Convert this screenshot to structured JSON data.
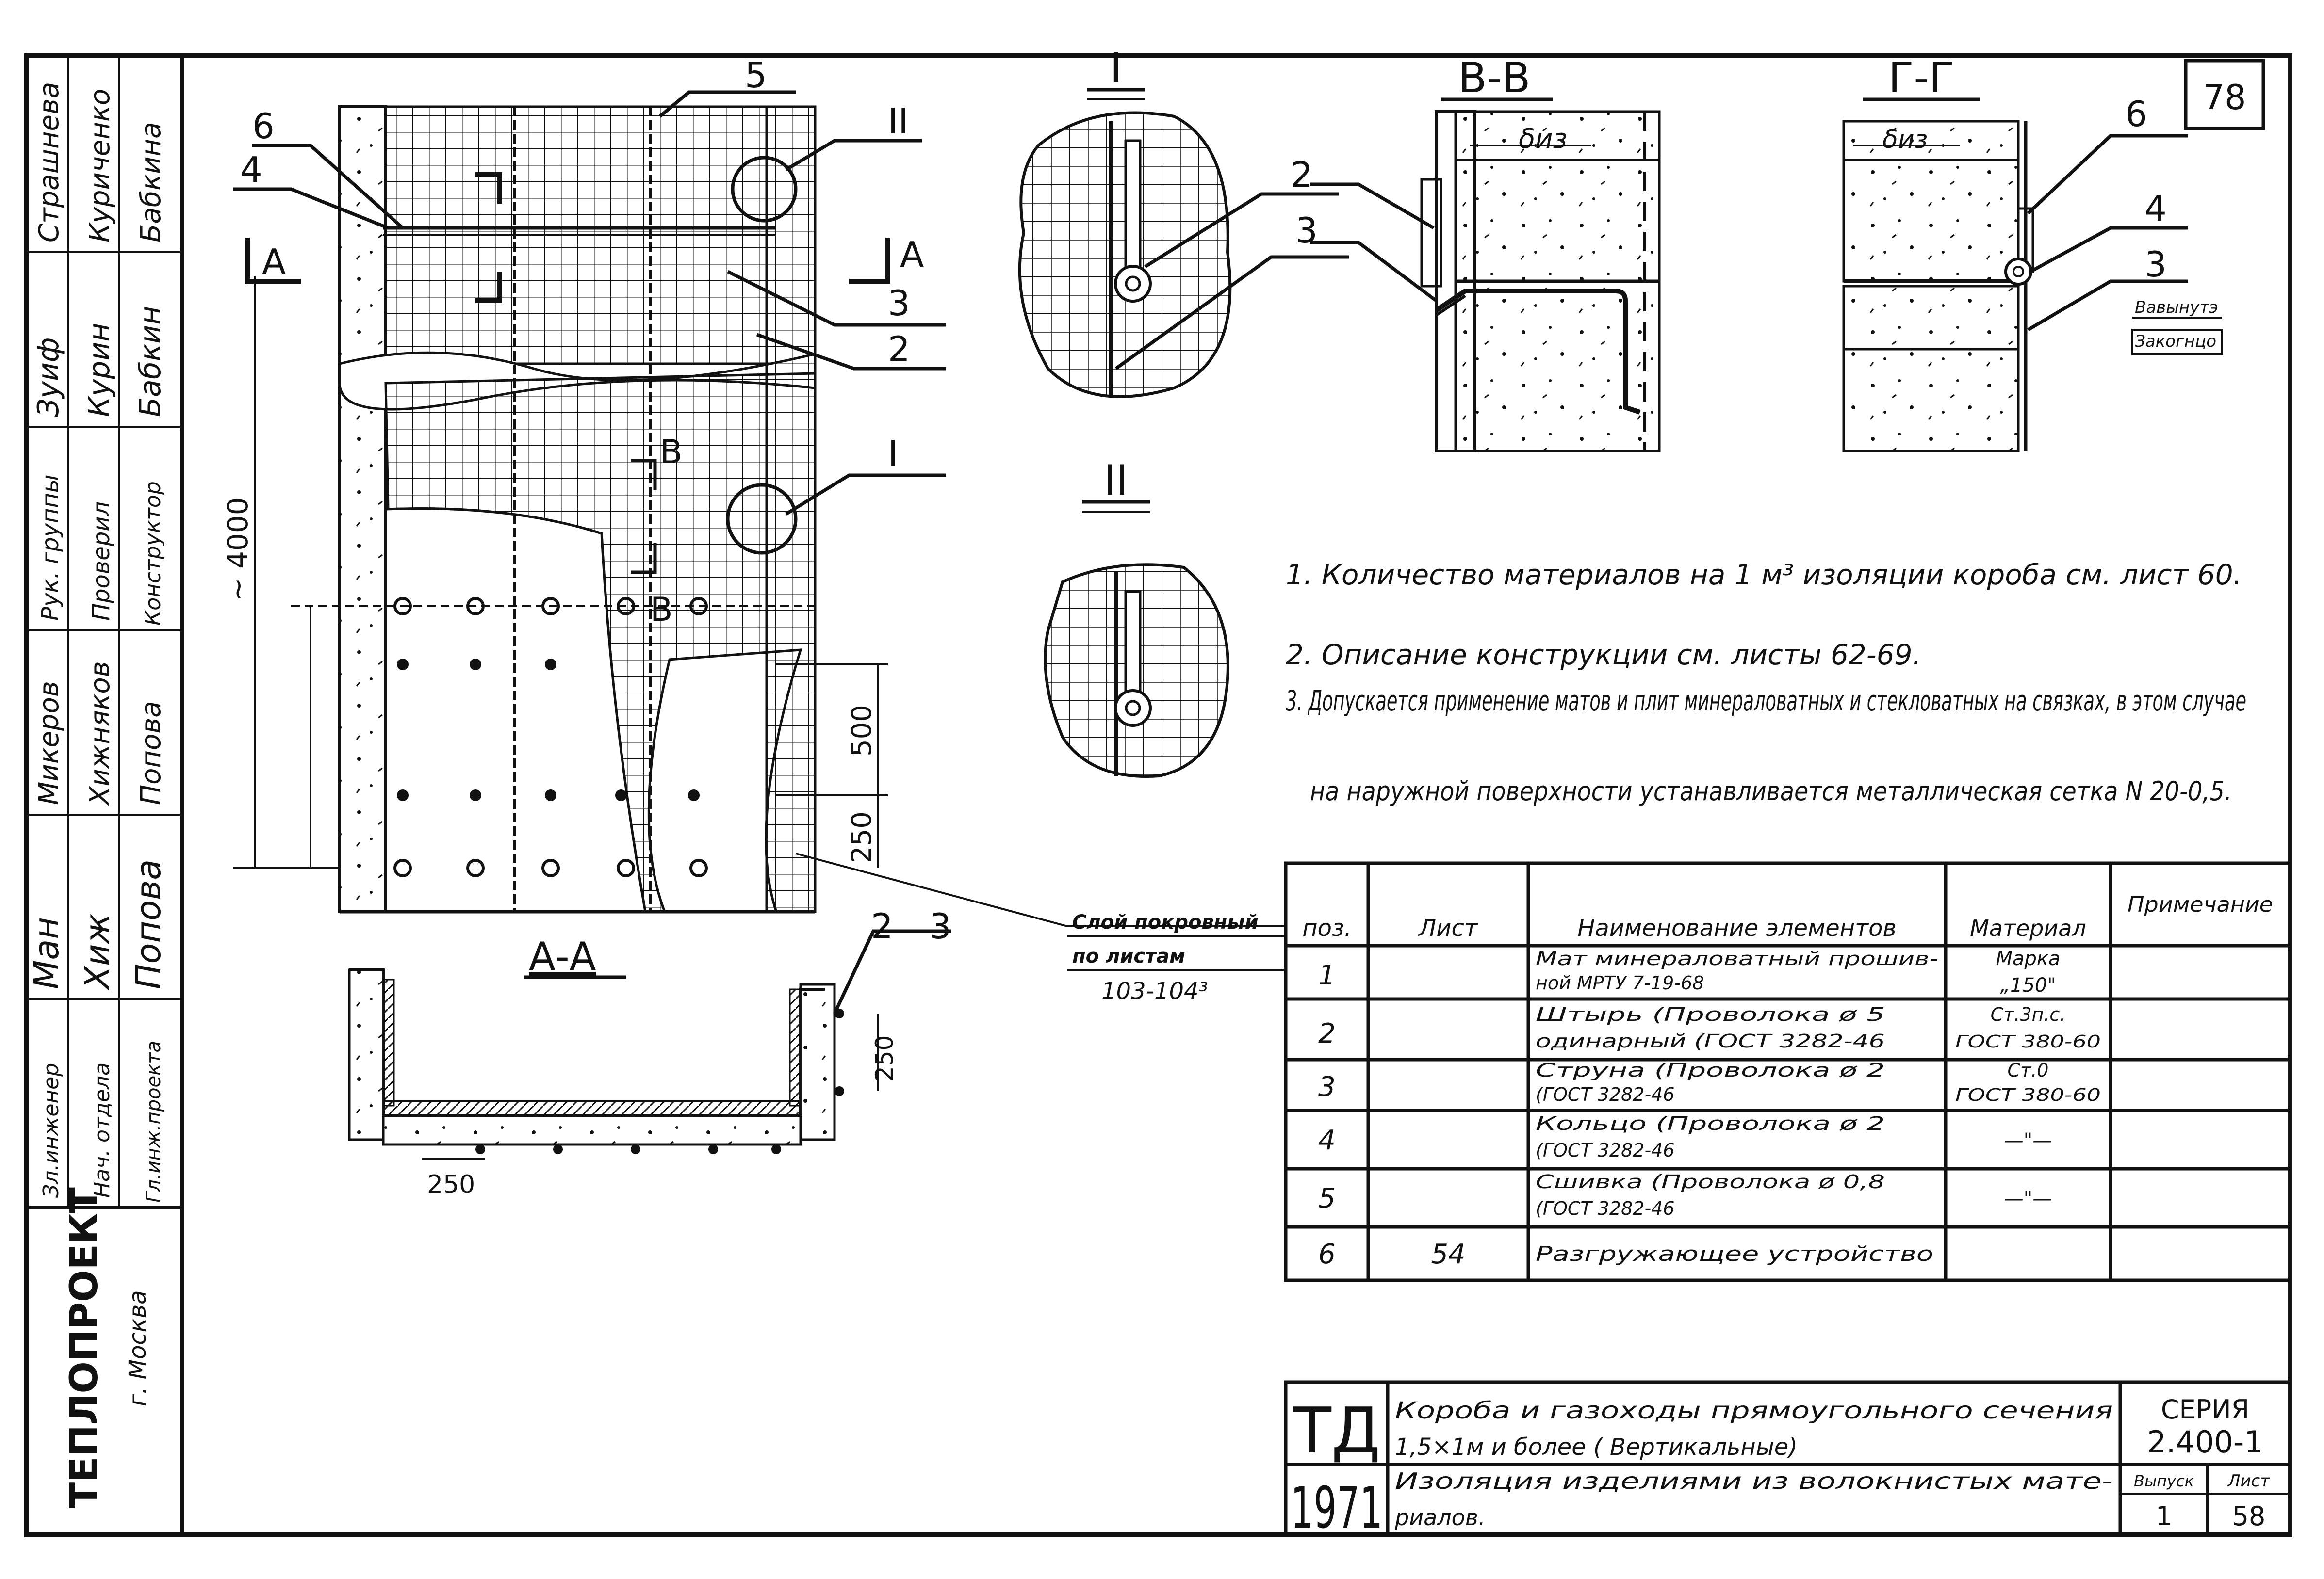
{
  "sheet_marker": "78",
  "stamp": {
    "rows": [
      {
        "role": "Зл.инженер",
        "name": "Страшнева",
        "sign": "Зуиф"
      },
      {
        "role": "Нач. отдела",
        "name": "Куриченко",
        "sign": "Курин"
      },
      {
        "role": "Гл.инж.проекта",
        "name": "Бабкина",
        "sign": "Бабкин"
      },
      {
        "role": "Рук. группы",
        "name": "Микеров",
        "sign": "Ман"
      },
      {
        "role": "Проверил",
        "name": "Хижняков",
        "sign": "Хиж"
      },
      {
        "role": "Конструктор",
        "name": "Попова",
        "sign": "Попова"
      }
    ],
    "org": "ТЕПЛОПРОЕКТ",
    "city": "г. Москва"
  },
  "views": {
    "main_labels": {
      "n5": "5",
      "n6": "6",
      "n4": "4",
      "roman2": "II",
      "n3": "3",
      "n2": "2",
      "roman1": "I",
      "secA": "А",
      "secB": "В",
      "dim4000": "~ 4000",
      "dim500": "500",
      "dim250": "250"
    },
    "section_aa": {
      "title": "А-А",
      "n2": "2",
      "n3": "3",
      "dim250v": "250",
      "dim250h": "250"
    },
    "detail1": {
      "title": "I",
      "n2": "2",
      "n3": "3"
    },
    "detail2": {
      "title": "II"
    },
    "section_bb": {
      "title": "В-В",
      "bias": "δиз"
    },
    "section_gg": {
      "title": "Г-Г",
      "bias": "δиз",
      "n6": "6",
      "n4": "4",
      "n3": "3",
      "note1": "Вавынутэ",
      "note2": "Закогнцо"
    }
  },
  "notes": [
    "1. Количество материалов на 1 м³ изоляции короба см. лист 60.",
    "2. Описание конструкции см. листы 62-69.",
    "3. Допускается применение матов и плит минераловатных и стекловатных на связках, в этом случае",
    "на наружной поверхности устанавливается металлическая сетка N 20-0,5."
  ],
  "cover_note": {
    "line1": "Слой покровный",
    "line2": "по листам",
    "line3": "103-104³"
  },
  "spec_table": {
    "headers": [
      "поз.",
      "Лист",
      "Наименование элементов",
      "Материал",
      "Примечание"
    ],
    "rows": [
      {
        "pos": "1",
        "sheet": "",
        "name1": "Мат минераловатный прошив-",
        "name2": "ной МРТУ 7-19-68",
        "mat1": "Марка",
        "mat2": "„150\""
      },
      {
        "pos": "2",
        "sheet": "",
        "name1": "Штырь (Проволока ø 5",
        "name2": "одинарный (ГОСТ 3282-46",
        "mat1": "Ст.3п.с.",
        "mat2": "ГОСТ 380-60"
      },
      {
        "pos": "3",
        "sheet": "",
        "name1": "Струна (Проволока ø 2",
        "name2": "(ГОСТ 3282-46",
        "mat1": "Ст.0",
        "mat2": "ГОСТ 380-60"
      },
      {
        "pos": "4",
        "sheet": "",
        "name1": "Кольцо (Проволока ø 2",
        "name2": "(ГОСТ 3282-46",
        "mat1": "—\"—",
        "mat2": ""
      },
      {
        "pos": "5",
        "sheet": "",
        "name1": "Сшивка (Проволока ø 0,8",
        "name2": "(ГОСТ 3282-46",
        "mat1": "—\"—",
        "mat2": ""
      },
      {
        "pos": "6",
        "sheet": "54",
        "name1": "Разгружающее устройство",
        "name2": "",
        "mat1": "",
        "mat2": ""
      }
    ]
  },
  "title_block": {
    "td": "ТД",
    "year": "1971",
    "title1": "Короба и газоходы прямоугольного сечения",
    "title2": "1,5×1м и более ( Вертикальные)",
    "subtitle1": "Изоляция изделиями из волокнистых мате-",
    "subtitle2": "риалов.",
    "series_label": "СЕРИЯ",
    "series": "2.400-1",
    "issue_label": "Выпуск",
    "issue": "1",
    "sheet_label": "Лист",
    "sheet": "58"
  },
  "colors": {
    "ink": "#111111",
    "paper": "#ffffff"
  }
}
